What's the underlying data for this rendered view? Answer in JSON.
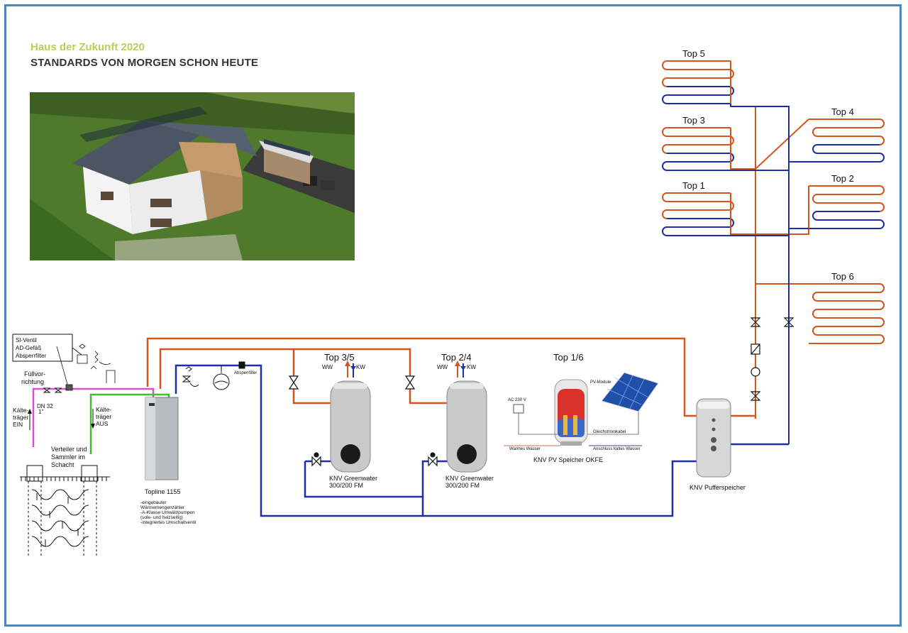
{
  "header": {
    "title": "Haus der Zukunft 2020",
    "subtitle": "STANDARDS VON MORGEN SCHON HEUTE"
  },
  "colors": {
    "frame": "#4f86b9",
    "hot": "#d4561c",
    "cold": "#1d2fa8",
    "brine_in": "#d94fd1",
    "brine_out": "#3fbf2c",
    "accent": "#b9cf58"
  },
  "floors": {
    "top5": "Top 5",
    "top3": "Top 3",
    "top1": "Top 1",
    "top4": "Top 4",
    "top2": "Top 2",
    "top6": "Top 6"
  },
  "legend_box": {
    "line1": "SI-Ventil",
    "line2": "AD-Gefäß",
    "line3": "Absperrfilter"
  },
  "left": {
    "fill1": "Füllvor-",
    "fill2": "richtung",
    "dn": "DN 32",
    "inch": "1\"",
    "kin1": "Kälte-",
    "kin2": "träger",
    "kin3": "EIN",
    "kout1": "Kälte-",
    "kout2": "träger",
    "kout3": "AUS",
    "vert1": "Verteiler und",
    "vert2": "Sammler im",
    "vert3": "Schacht"
  },
  "heatpump": {
    "name": "Topline 1155",
    "l1": "-eingebauter",
    "l2": " Wärmemengenzähler",
    "l3": "-A-Klasse Umwälzpumpen",
    "l4": " (sole- und heizseitig)",
    "l5": "-integriertes Umschaltventil"
  },
  "filter_label": "Absperrfilter",
  "tank1": {
    "top": "Top 3/5",
    "ww": "WW",
    "kw": "KW",
    "name1": "KNV Greenwater",
    "name2": "300/200 FM"
  },
  "tank2": {
    "top": "Top 2/4",
    "ww": "WW",
    "kw": "KW",
    "name1": "KNV Greenwater",
    "name2": "300/200 FM"
  },
  "pv": {
    "top": "Top 1/6",
    "ac": "AC 230 V",
    "module": "PV-Module",
    "dc": "Gleichstromkabel",
    "warm": "Warmes Wasser",
    "cold": "Anschluss kaltes Wasser",
    "name": "KNV  PV Speicher OKFE"
  },
  "buffer": {
    "name": "KNV Pufferspeicher"
  }
}
